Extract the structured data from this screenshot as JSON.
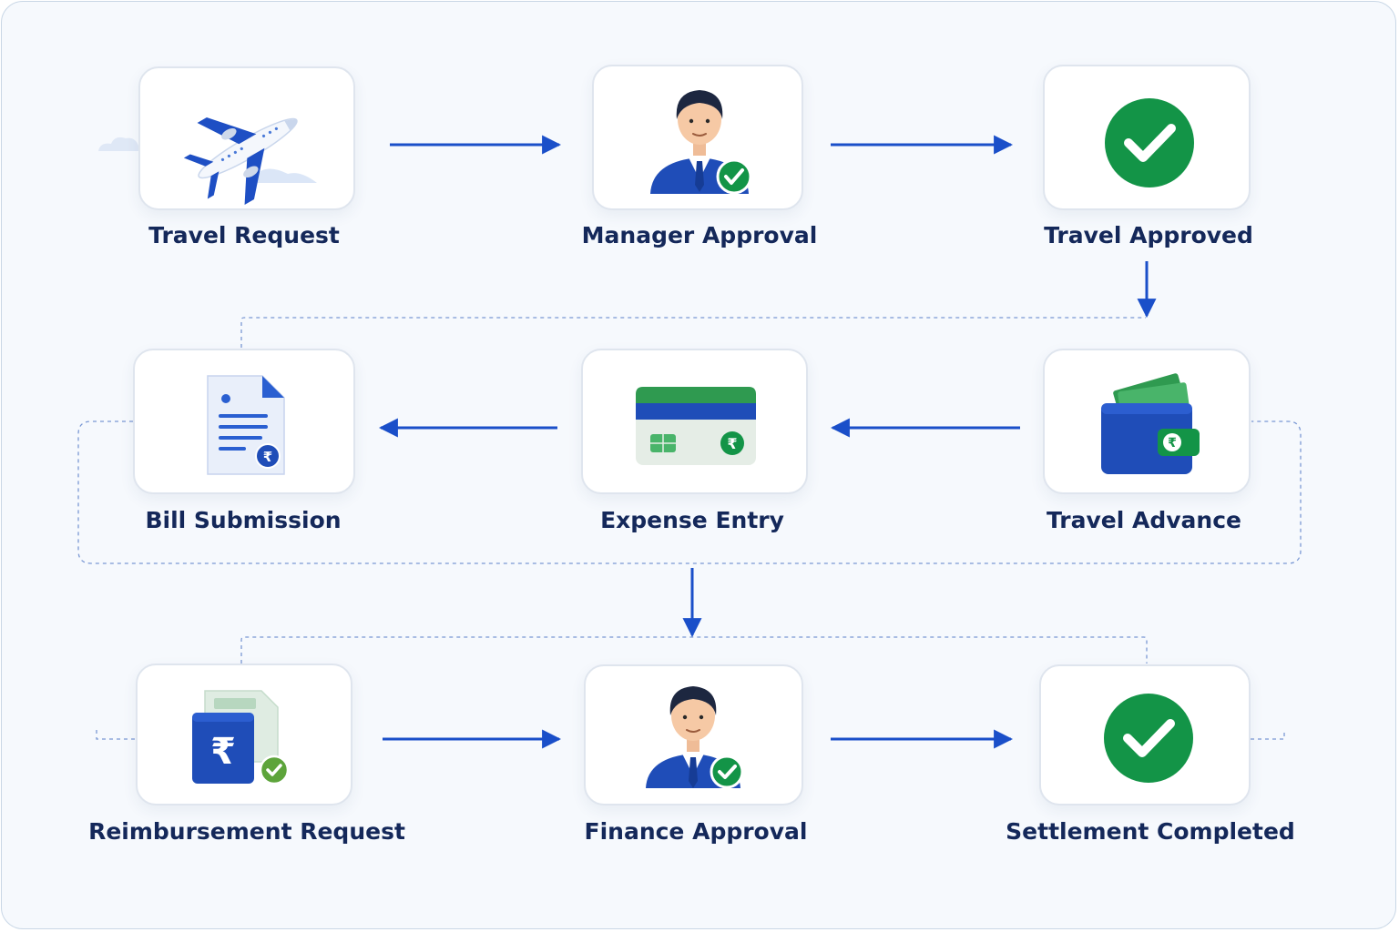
{
  "colors": {
    "arrow": "#1a4fc9",
    "dashed": "#6e8fd0",
    "check_green": "#139447",
    "label_text": "#14285a",
    "card_border": "#dfe5ee",
    "background": "#f6f9fd"
  },
  "steps": [
    {
      "label": "Travel Request",
      "icon": "airplane-icon"
    },
    {
      "label": "Manager Approval",
      "icon": "manager-approved-icon"
    },
    {
      "label": "Travel Approved",
      "icon": "checkmark-circle-icon"
    },
    {
      "label": "Travel Advance",
      "icon": "wallet-rupee-icon"
    },
    {
      "label": "Expense Entry",
      "icon": "credit-card-rupee-icon"
    },
    {
      "label": "Bill Submission",
      "icon": "bill-document-rupee-icon"
    },
    {
      "label": "Reimbursement Request",
      "icon": "rupee-folder-approved-icon"
    },
    {
      "label": "Finance Approval",
      "icon": "finance-officer-approved-icon"
    },
    {
      "label": "Settlement Completed",
      "icon": "checkmark-circle-icon"
    }
  ]
}
